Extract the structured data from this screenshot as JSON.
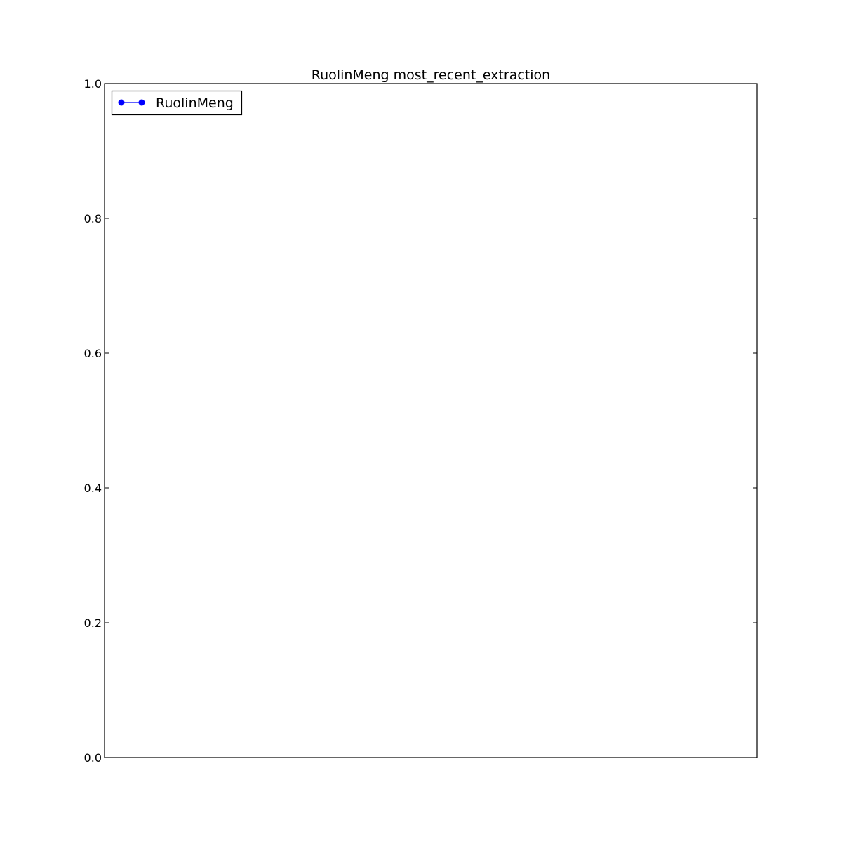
{
  "chart_data": {
    "type": "line",
    "title": "RuolinMeng most_recent_extraction",
    "xlabel": "",
    "ylabel": "",
    "ylim": [
      0,
      1
    ],
    "yticks": [
      "0.0",
      "0.2",
      "0.4",
      "0.6",
      "0.8",
      "1.0"
    ],
    "xticks": [],
    "grid": false,
    "legend_position": "top-left",
    "series": [
      {
        "name": "RuolinMeng",
        "color": "#0000ff",
        "marker": "circle",
        "x": [],
        "y": []
      }
    ]
  }
}
